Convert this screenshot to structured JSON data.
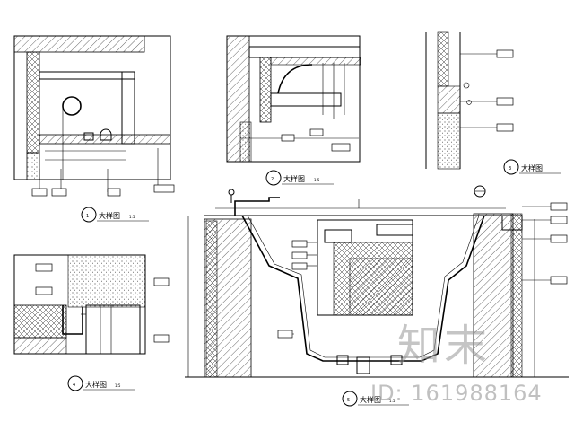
{
  "details": [
    {
      "number": "1",
      "title": "大样图",
      "scale": "1:5"
    },
    {
      "number": "2",
      "title": "大样图",
      "scale": "1:5"
    },
    {
      "number": "3",
      "title": "大样图",
      "scale": "1:5"
    },
    {
      "number": "4",
      "title": "大样图",
      "scale": "1:5"
    },
    {
      "number": "5",
      "title": "大样图",
      "scale": "1:5"
    }
  ],
  "watermark": {
    "brand": "知末",
    "id_text": "ID: 161988164"
  }
}
